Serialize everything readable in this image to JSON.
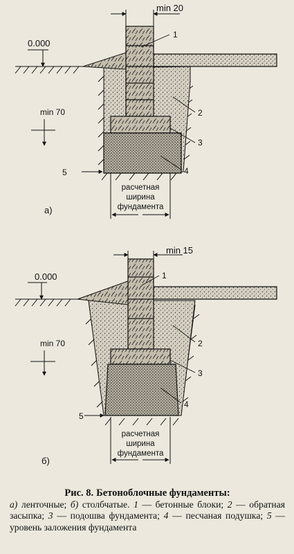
{
  "figure": {
    "a": {
      "min_top": "min 20",
      "level": "0.000",
      "min_depth": "min 70",
      "callouts": [
        "1",
        "2",
        "3",
        "4",
        "5"
      ],
      "width_label": [
        "расчетная",
        "ширина",
        "фундамента"
      ],
      "panel": "а)"
    },
    "b": {
      "min_top": "min 15",
      "level": "0.000",
      "min_depth": "min 70",
      "callouts": [
        "1",
        "2",
        "3",
        "4",
        "5"
      ],
      "width_label": [
        "расчетная",
        "ширина",
        "фундамента"
      ],
      "panel": "б)"
    }
  },
  "caption": {
    "title_prefix": "Рис. 8.",
    "title": "Бетоноблочные фундаменты:",
    "body": [
      {
        "k": "а)",
        "t": " ленточные; "
      },
      {
        "k": "б)",
        "t": " столбчатые. "
      },
      {
        "k": "1",
        "t": " — бетонные блоки; "
      },
      {
        "k": "2",
        "t": " — обратная засыпка; "
      },
      {
        "k": "3",
        "t": " — подошва фундамента; "
      },
      {
        "k": "4",
        "t": " — песчаная подушка; "
      },
      {
        "k": "5",
        "t": " — уровень заложения фундамента"
      }
    ]
  },
  "colors": {
    "ink": "#111111",
    "paper": "#ece8dd",
    "backfill": "#cfc9bb",
    "concrete": "#bdb6a6"
  }
}
